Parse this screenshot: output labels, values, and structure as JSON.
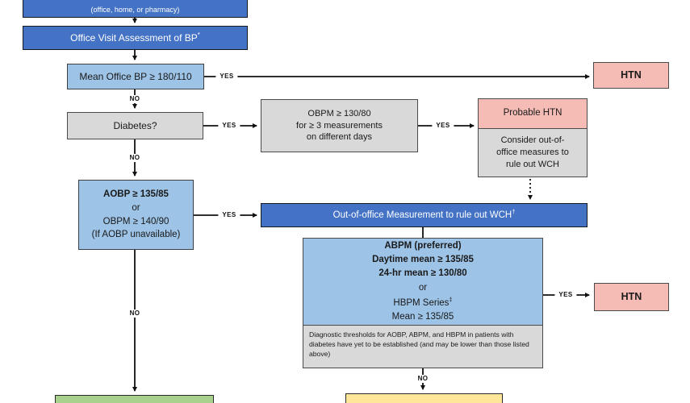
{
  "diagram_labels": {
    "yes": "YES",
    "no": "NO"
  },
  "nodes": {
    "source_box": {
      "visible_line": "(office, home, or pharmacy)"
    },
    "office_visit": {
      "label": "Office Visit Assessment of BP",
      "superscript": "*"
    },
    "mean_office": {
      "label": "Mean Office BP ≥ 180/110"
    },
    "htn_top": {
      "label": "HTN"
    },
    "diabetes": {
      "label": "Diabetes?"
    },
    "obpm": {
      "line1": "OBPM ≥ 130/80",
      "line2": "for ≥ 3 measurements",
      "line3": "on different days"
    },
    "probable_htn": {
      "header": "Probable HTN",
      "body": "Consider out-of-office measures to rule out WCH"
    },
    "aobp": {
      "line1": "AOBP ≥ 135/85",
      "line2": "or",
      "line3": "OBPM ≥ 140/90",
      "line4": "(If AOBP unavailable)"
    },
    "out_of_office_bar": {
      "label": "Out-of-office Measurement to rule out WCH",
      "superscript": "†"
    },
    "abpm": {
      "line1": "ABPM (preferred)",
      "line2": "Daytime mean ≥ 135/85",
      "line3": "24-hr mean ≥ 130/80",
      "line4": "or",
      "line5": "HBPM Series",
      "line5_superscript": "‡",
      "line6": "Mean ≥ 135/85",
      "footer": "Diagnostic thresholds for AOBP, ABPM, and HBPM in patients with diabetes have yet to be established (and may be lower than those listed above)"
    },
    "htn_right": {
      "label": "HTN"
    }
  },
  "colors": {
    "dark_blue": "#4472C4",
    "light_blue": "#9DC3E6",
    "gray": "#D9D9D9",
    "pink": "#F5BCB5",
    "green": "#A9D18E",
    "yellow": "#FFE699",
    "line": "#1A1A1A"
  }
}
